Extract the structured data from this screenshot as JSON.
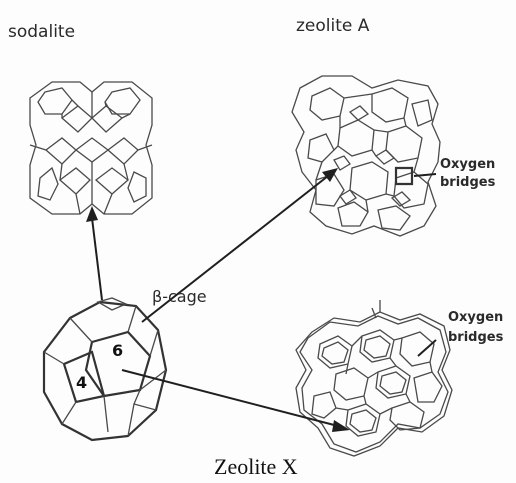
{
  "labels": {
    "sodalite": "sodalite",
    "zeolite_a": "zeolite A",
    "beta_cage": "β-cage",
    "oxygen_bridges_a_line1": "Oxygen",
    "oxygen_bridges_a_line2": "bridges",
    "oxygen_bridges_x_line1": "Oxygen",
    "oxygen_bridges_x_line2": "bridges",
    "zeolite_x": "Zeolite X",
    "ring_4": "4",
    "ring_6": "6"
  },
  "colors": {
    "line": "#4a4a4a",
    "arrow": "#1f1f1f",
    "background": "#fdfdfd"
  }
}
